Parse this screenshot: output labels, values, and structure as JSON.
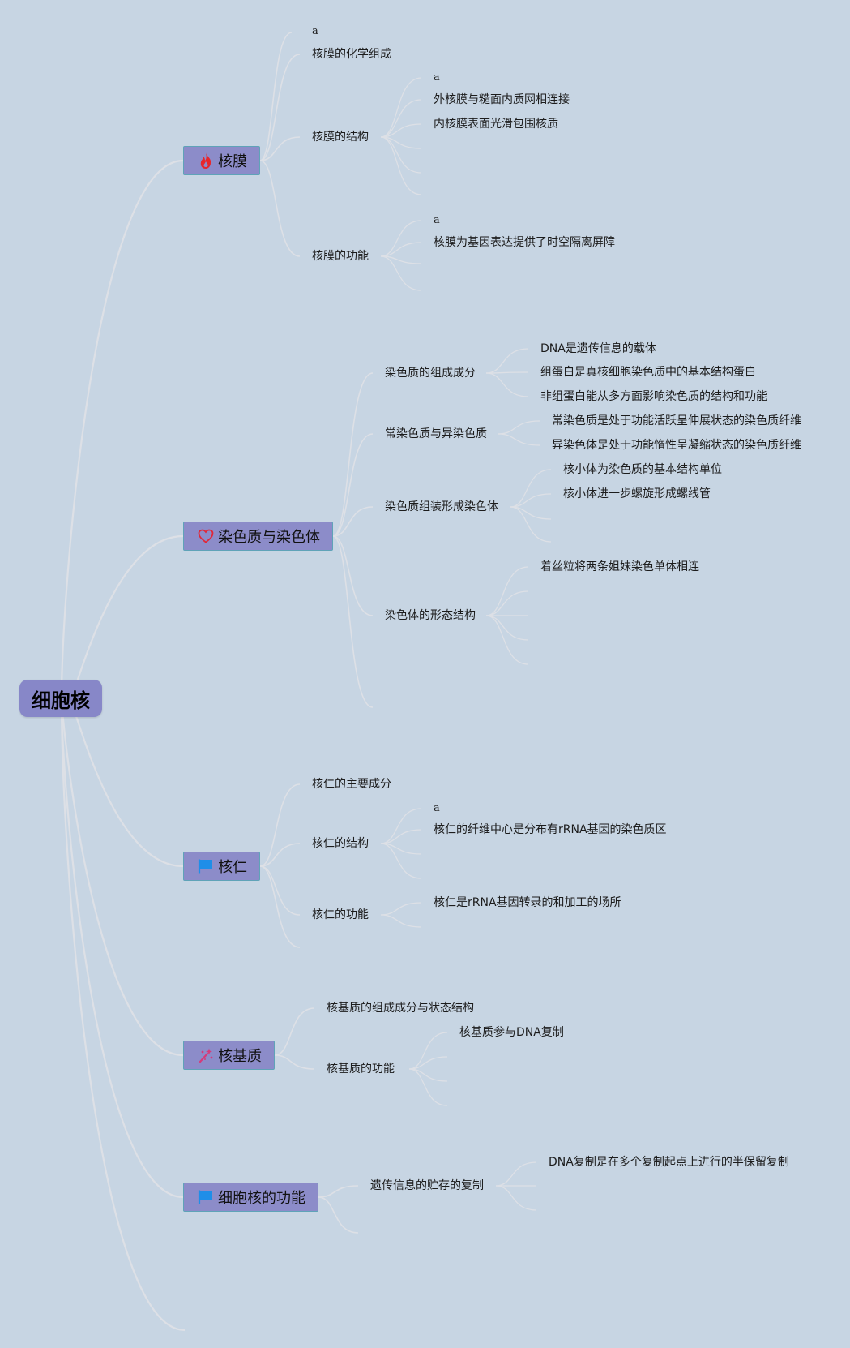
{
  "root": {
    "label": "细胞核"
  },
  "branches": [
    {
      "label": "核膜",
      "icon": "fire-icon",
      "children": [
        {
          "label": "a"
        },
        {
          "label": "核膜的化学组成"
        },
        {
          "label": "核膜的结构",
          "children": [
            {
              "label": "a"
            },
            {
              "label": "外核膜与糙面内质网相连接"
            },
            {
              "label": "内核膜表面光滑包围核质"
            }
          ]
        },
        {
          "label": "核膜的功能",
          "children": [
            {
              "label": "a"
            },
            {
              "label": "核膜为基因表达提供了时空隔离屏障"
            }
          ]
        }
      ]
    },
    {
      "label": "染色质与染色体",
      "icon": "heart-icon",
      "children": [
        {
          "label": "染色质的组成成分",
          "children": [
            {
              "label": "DNA是遗传信息的载体"
            },
            {
              "label": "组蛋白是真核细胞染色质中的基本结构蛋白"
            },
            {
              "label": "非组蛋白能从多方面影响染色质的结构和功能"
            }
          ]
        },
        {
          "label": "常染色质与异染色质",
          "children": [
            {
              "label": "常染色质是处于功能活跃呈伸展状态的染色质纤维"
            },
            {
              "label": "异染色体是处于功能惰性呈凝缩状态的染色质纤维"
            }
          ]
        },
        {
          "label": "染色质组装形成染色体",
          "children": [
            {
              "label": "核小体为染色质的基本结构单位"
            },
            {
              "label": "核小体进一步螺旋形成螺线管"
            }
          ]
        },
        {
          "label": "染色体的形态结构",
          "children": [
            {
              "label": "着丝粒将两条姐妹染色单体相连"
            }
          ]
        }
      ]
    },
    {
      "label": "核仁",
      "icon": "flag-icon",
      "children": [
        {
          "label": "核仁的主要成分"
        },
        {
          "label": "核仁的结构",
          "children": [
            {
              "label": "a"
            },
            {
              "label": "核仁的纤维中心是分布有rRNA基因的染色质区"
            }
          ]
        },
        {
          "label": "核仁的功能",
          "children": [
            {
              "label": "核仁是rRNA基因转录的和加工的场所"
            }
          ]
        }
      ]
    },
    {
      "label": "核基质",
      "icon": "sparkle-icon",
      "children": [
        {
          "label": "核基质的组成成分与状态结构"
        },
        {
          "label": "核基质的功能",
          "children": [
            {
              "label": "核基质参与DNA复制"
            }
          ]
        }
      ]
    },
    {
      "label": "细胞核的功能",
      "icon": "flag-icon",
      "children": [
        {
          "label": "遗传信息的贮存的复制",
          "children": [
            {
              "label": "DNA复制是在多个复制起点上进行的半保留复制"
            }
          ]
        }
      ]
    }
  ],
  "colors": {
    "background": "#c7d5e3",
    "node": "#8c8cc9",
    "link": "#dde0e6",
    "fire": "#e8262b",
    "heart": "#e0283a",
    "flag": "#1f8ee8",
    "sparkle": "#d63a7a"
  }
}
